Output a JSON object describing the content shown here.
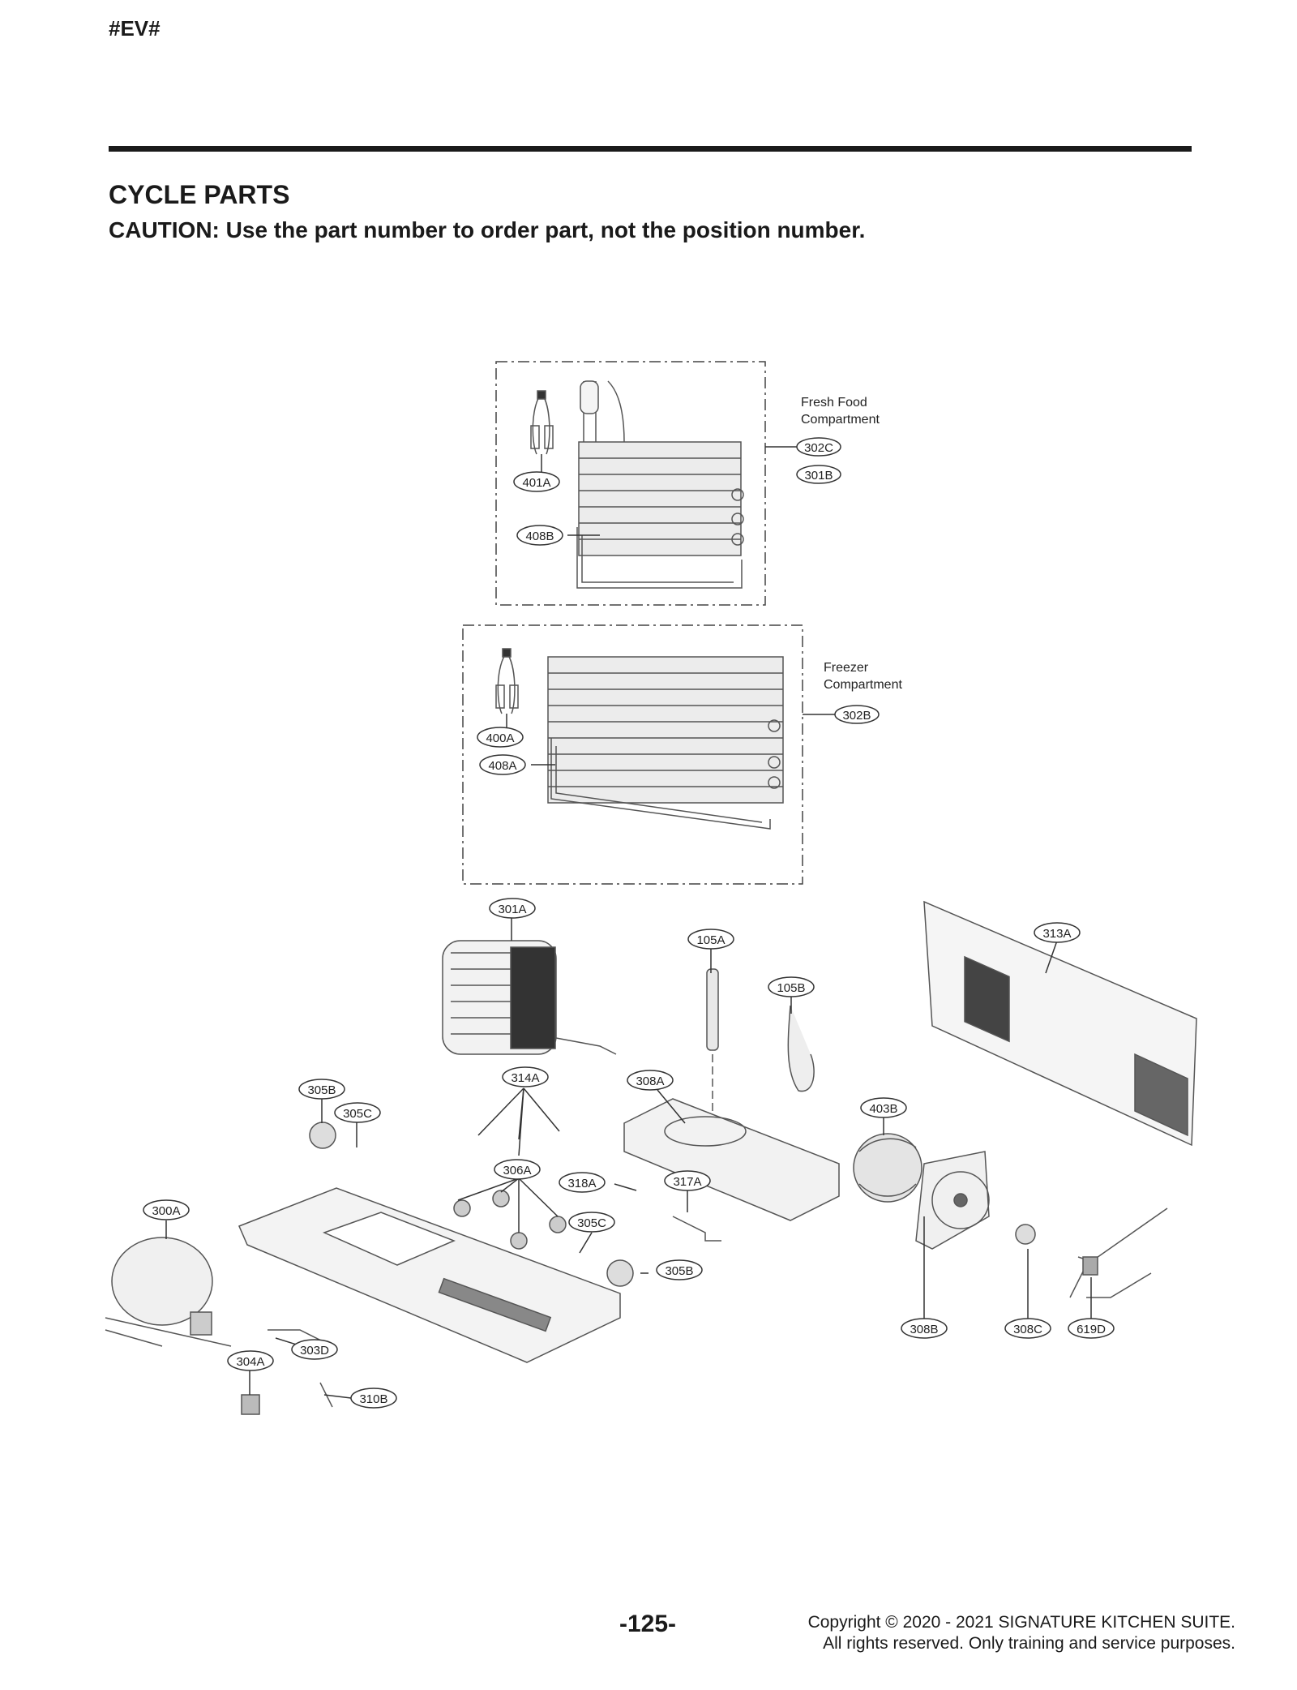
{
  "header": {
    "code": "#EV#",
    "title": "CYCLE PARTS",
    "caution": "CAUTION: Use the part number to order part, not the position number."
  },
  "diagram": {
    "fresh_food": {
      "label_line1": "Fresh Food",
      "label_line2": "Compartment",
      "parts": [
        "302C",
        "301B",
        "401A",
        "408B"
      ]
    },
    "freezer": {
      "label_line1": "Freezer",
      "label_line2": "Compartment",
      "parts": [
        "302B",
        "400A",
        "408A"
      ]
    },
    "machine_parts": [
      "301A",
      "105A",
      "105B",
      "313A",
      "305B",
      "305C",
      "314A",
      "308A",
      "403B",
      "306A",
      "318A",
      "317A",
      "300A",
      "305C",
      "305B",
      "303D",
      "304A",
      "310B",
      "308B",
      "308C",
      "619D"
    ]
  },
  "footer": {
    "page_number": "-125-",
    "copyright_line1": "Copyright © 2020 - 2021 SIGNATURE KITCHEN SUITE.",
    "copyright_line2": "All rights reserved. Only training and service purposes."
  }
}
